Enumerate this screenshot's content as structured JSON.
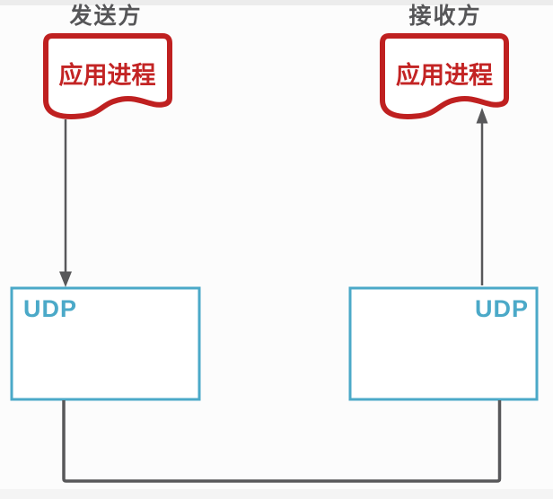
{
  "diagram": {
    "title_semantic": "UDP communication between sender and receiver",
    "sender": {
      "role_label": "发送方",
      "process_label": "应用进程",
      "protocol_label": "UDP"
    },
    "receiver": {
      "role_label": "接收方",
      "process_label": "应用进程",
      "protocol_label": "UDP"
    }
  },
  "colors": {
    "document_red": "#bf2020",
    "process_text_red": "#c32424",
    "udp_teal": "#4ba9c8",
    "line_gray": "#58585a",
    "label_gray": "#565658",
    "shape_fill": "#ffffff"
  }
}
